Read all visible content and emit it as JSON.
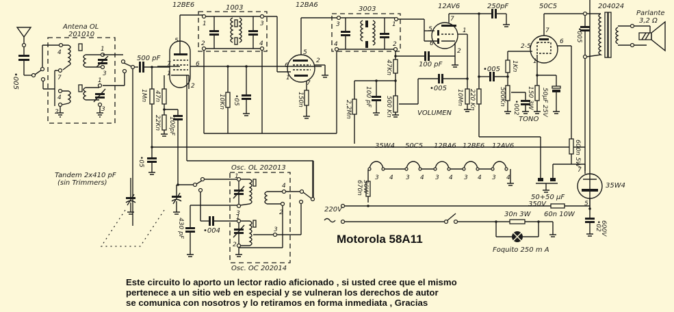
{
  "title": "Motorola 58A11",
  "notice": [
    "Este circuito lo aporto un lector radio aficionado , si usted cree que el mismo",
    "pertenece a un sitio web en especial y se vulneran los derechos de autor",
    "se comunica con nosotros y lo retiramos en forma inmediata , Gracias"
  ],
  "tubes": {
    "converter": "12BE6",
    "if_amp": "12BA6",
    "detector": "12AV6",
    "output": "50C5",
    "rectifier": "35W4"
  },
  "transformers": {
    "antenna": {
      "name": "Antena OL",
      "code": "201010"
    },
    "if1": "1003",
    "if2": "3003",
    "osc_ol": "Osc. OL  202013",
    "osc_oc": "Osc. OC  202014",
    "output": "204024"
  },
  "speaker": {
    "label": "Parlante",
    "impedance": "3,2 Ω"
  },
  "tandem": {
    "line1": "Tandem  2x410 pF",
    "line2": "(sin  Trimmers)"
  },
  "components": {
    "ant_cap": "•005",
    "coupling_cap": "500 pF",
    "r_1m": "1Mn",
    "r_47": "47n",
    "r_22k": "22Kn",
    "c_100pf_a": "100pF",
    "r_10k": "10Kn",
    "c_05": "•05",
    "r_150": "150n",
    "c_05_b": "•05",
    "r_47k": "47Kn",
    "c_100pf_b": "100 pF",
    "c_100pf_c": "100 pF",
    "r_22m": "2,2Mn",
    "pot_500k": "500 Kn",
    "volume": "VOLUMEN",
    "c_005_a": "•005",
    "r_10m": "10Mn",
    "r_220k": "220 Kn",
    "c_250pf": "250pF",
    "c_005_b": "•005",
    "r_1k": "1Kn",
    "pot_500k_b": "500Kn",
    "c_002": "•002",
    "tone": "TONO",
    "r_150_3w": "150 3W",
    "c_50uf": "50µF 25V",
    "c_005_c": "•005",
    "r_600": "600n 5W",
    "c_filter": "50+50 µF",
    "c_filter_v": "350V",
    "r_670": "670n",
    "r_670_w": "30W",
    "r_60": "60n  10W",
    "c_02": "•02",
    "c_02_v": "600V",
    "r_30": "30n 3W",
    "lamp": "Foquito  250  m A",
    "mains": "220V",
    "c_004": "•004",
    "c_430": "430 pF"
  },
  "heaters": [
    "35W4",
    "50C5",
    "12BA6",
    "12BE6",
    "12AV6"
  ],
  "heater_pins": [
    "3",
    "4"
  ]
}
